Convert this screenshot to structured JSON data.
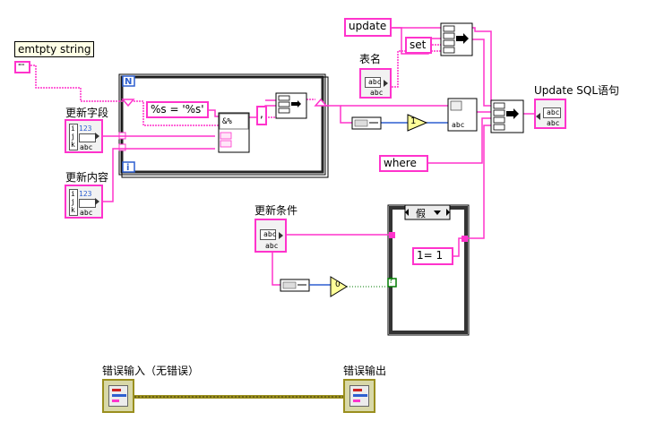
{
  "labels": {
    "empty_string_label": "emtpty string",
    "update_field_label": "更新字段",
    "update_content_label": "更新内容",
    "table_name_label": "表名",
    "update_sql_label": "Update SQL语句",
    "update_condition_label": "更新条件",
    "error_in_label": "错误输入（无错误）",
    "error_out_label": "错误输出"
  },
  "constants": {
    "empty_string": "\"\"",
    "format_string": "%s = '%s'",
    "comma": ",",
    "update": "update",
    "set": "set",
    "where": "where",
    "one_equals_one": "1= 1",
    "one": "1"
  },
  "loop": {
    "count_terminal": "N",
    "iteration_terminal": "i"
  },
  "case_structure": {
    "selector_value": "假",
    "selector_terminal": "?"
  },
  "terminals": {
    "i": "i",
    "j": "j",
    "k": "k",
    "abc": "abc",
    "num": "123",
    "zero": "0"
  },
  "colors": {
    "string_wire": "#ff33cc",
    "numeric_wire": "#2d5fd0",
    "boolean_wire": "#007a00",
    "error_wire": "#9a8f1e"
  }
}
